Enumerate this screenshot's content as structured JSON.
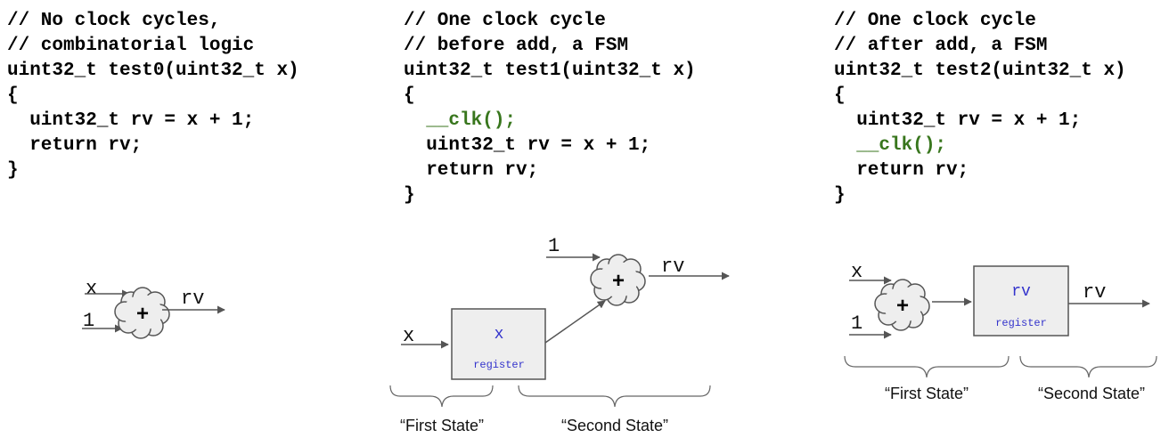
{
  "panels": [
    {
      "code": [
        "// No clock cycles,",
        "// combinatorial logic",
        "uint32_t test0(uint32_t x)",
        "{",
        "  uint32_t rv = x + 1;",
        "  return rv;",
        "}"
      ]
    },
    {
      "code": [
        "// One clock cycle",
        "// before add, a FSM",
        "uint32_t test1(uint32_t x)",
        "{",
        "  __clk();",
        "  uint32_t rv = x + 1;",
        "  return rv;",
        "}"
      ],
      "highlight_line": 4
    },
    {
      "code": [
        "// One clock cycle",
        "// after add, a FSM",
        "uint32_t test2(uint32_t x)",
        "{",
        "  uint32_t rv = x + 1;",
        "  __clk();",
        "  return rv;",
        "}"
      ],
      "highlight_line": 5
    }
  ],
  "diagram_text": {
    "input_x": "x",
    "input_one": "1",
    "output_rv": "rv",
    "plus": "+",
    "register_word": "register",
    "reg1_value": "x",
    "reg2_value": "rv",
    "first_state": "“First State”",
    "second_state": "“Second State”"
  },
  "colors": {
    "clk_green": "#38761d",
    "register_fill": "#eeeeee",
    "register_text": "#3333cc",
    "line": "#555555"
  }
}
